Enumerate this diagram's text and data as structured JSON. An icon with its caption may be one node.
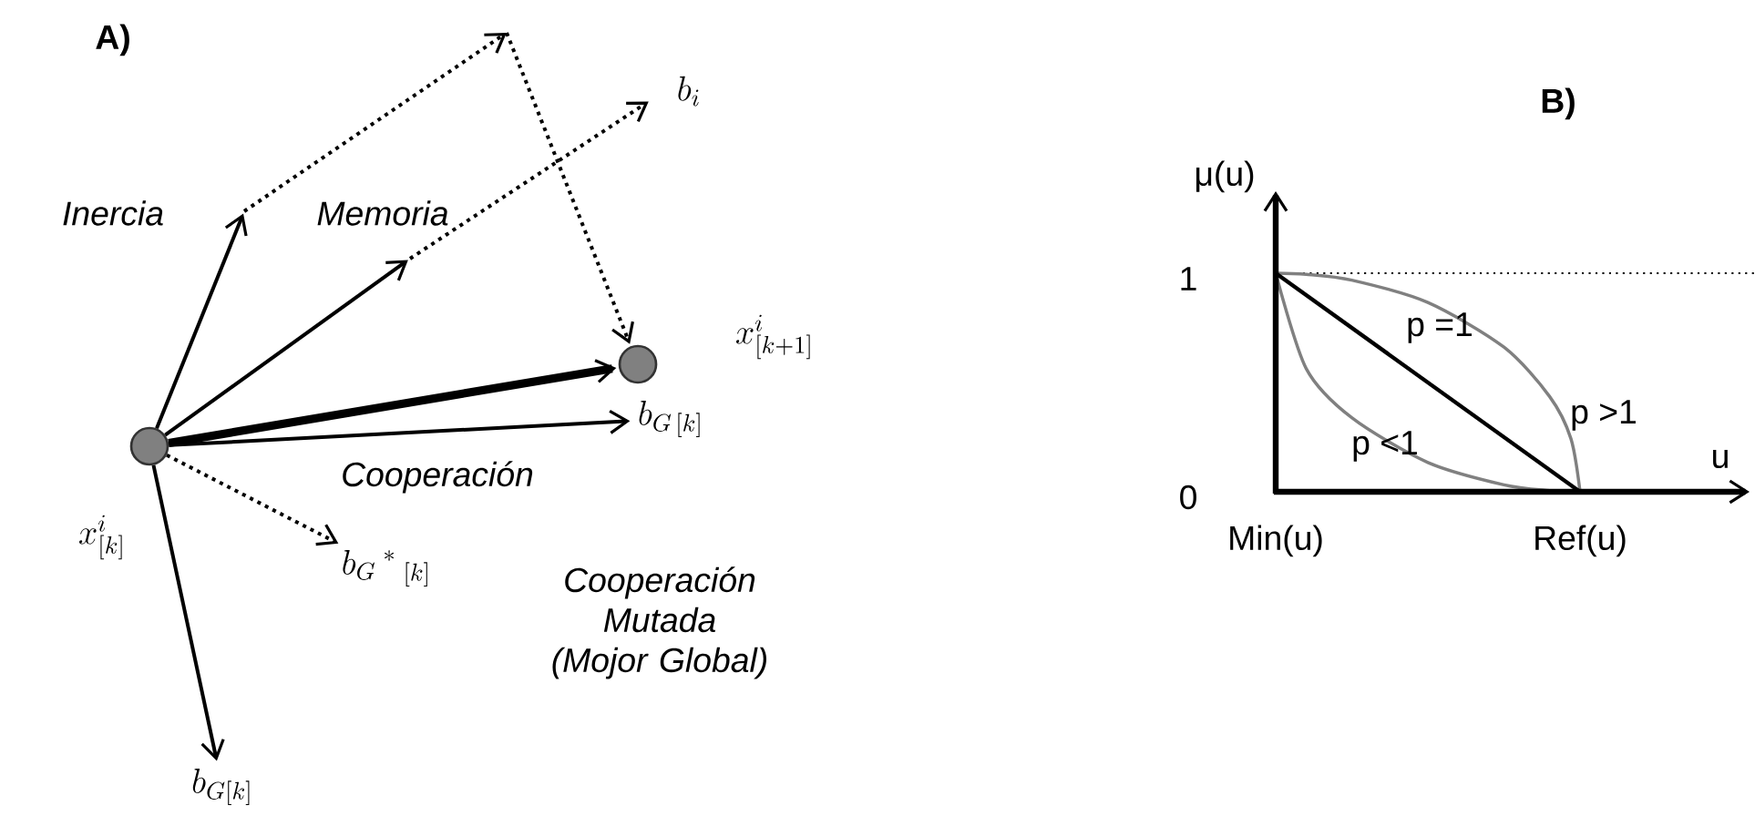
{
  "diagram": {
    "nodes": [
      {
        "text": [],
        "shape": "circle",
        "beside": [
          "x^{i}_{[k]}"
        ]
      },
      {
        "text": [],
        "shape": "circle",
        "beside": [
          "x^{i}_{[k+1]}"
        ]
      },
      {
        "text": [
          "b_{G\\,[k]}"
        ]
      },
      {
        "text": [
          "b_{G}{}^{\\;*}{}_{\\;[k]}"
        ]
      },
      {
        "text": [
          "b_{G[k]}"
        ]
      },
      {
        "text": [
          "b_{i}"
        ]
      }
    ],
    "edges": [
      {
        "from": 0,
        "to": null,
        "arrow": "to"
      },
      {
        "from": 0,
        "to": null,
        "arrow": "to"
      },
      {
        "from": 0,
        "to": 1,
        "arrow": "to",
        "style": "thick"
      },
      {
        "from": 0,
        "to": 2,
        "arrow": "to",
        "label": "Cooperación"
      },
      {
        "from": 0,
        "to": 3,
        "arrow": "to",
        "style": "dashed"
      },
      {
        "from": 0,
        "to": 4,
        "arrow": "to"
      },
      {
        "from": null,
        "to": 1,
        "arrow": "to",
        "style": "dashed"
      },
      {
        "from": null,
        "to": 5,
        "arrow": "to",
        "style": "dashed"
      }
    ],
    "labels": [
      "A)",
      "Inercia",
      "Memoria",
      "Cooperación Mutada (Mojor Global)",
      "B)",
      "μ(u)",
      "1",
      "p =1",
      "p >1",
      "u",
      "p <1",
      "0",
      "Min(u)",
      "Ref(u)"
    ]
  }
}
